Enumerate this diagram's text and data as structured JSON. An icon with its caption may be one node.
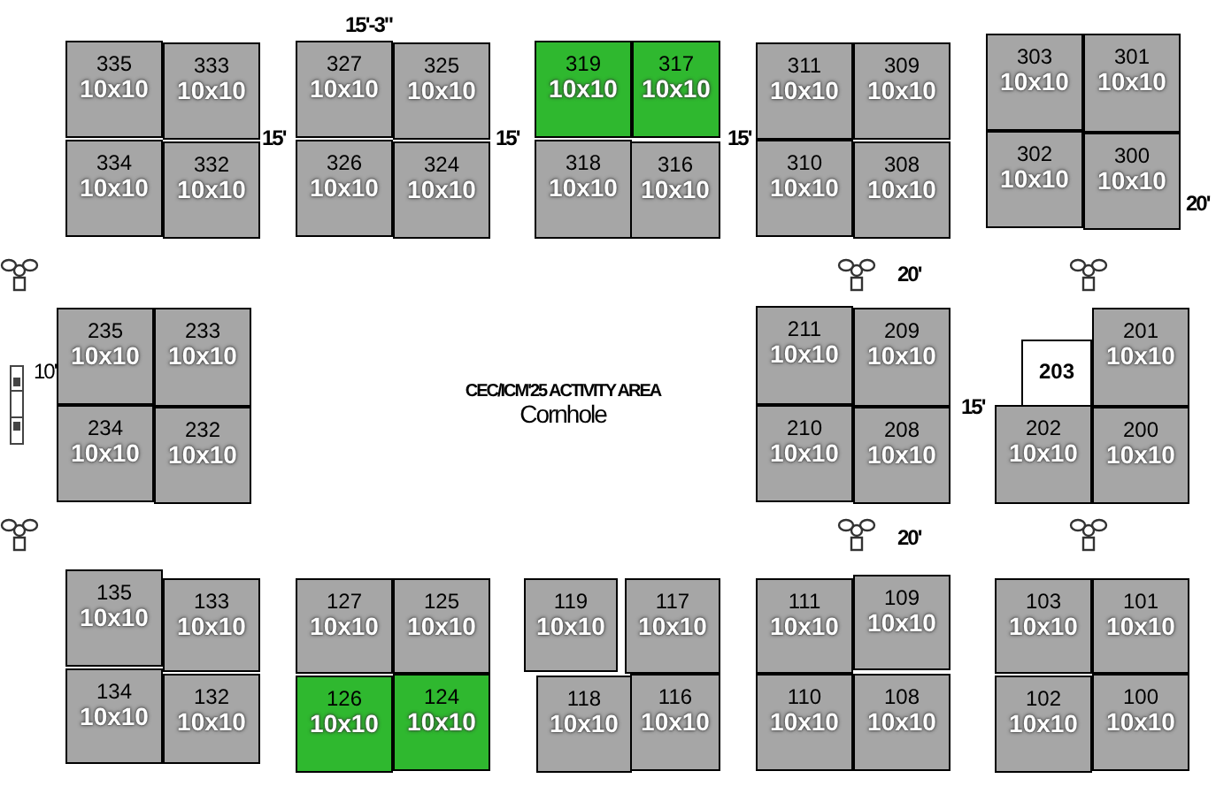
{
  "diagram": {
    "nodes": [
      {
        "text": [
          "335",
          "10x10"
        ]
      },
      {
        "text": [
          "333",
          "10x10"
        ]
      },
      {
        "text": [
          "327",
          "10x10"
        ]
      },
      {
        "text": [
          "325",
          "10x10"
        ]
      },
      {
        "text": [
          "319",
          "10x10"
        ]
      },
      {
        "text": [
          "317",
          "10x10"
        ]
      },
      {
        "text": [
          "311",
          "10x10"
        ]
      },
      {
        "text": [
          "309",
          "10x10"
        ]
      },
      {
        "text": [
          "303",
          "10x10"
        ]
      },
      {
        "text": [
          "301",
          "10x10"
        ]
      },
      {
        "text": [
          "334",
          "10x10"
        ]
      },
      {
        "text": [
          "332",
          "10x10"
        ]
      },
      {
        "text": [
          "326",
          "10x10"
        ]
      },
      {
        "text": [
          "324",
          "10x10"
        ]
      },
      {
        "text": [
          "318",
          "10x10"
        ]
      },
      {
        "text": [
          "316",
          "10x10"
        ]
      },
      {
        "text": [
          "310",
          "10x10"
        ]
      },
      {
        "text": [
          "308",
          "10x10"
        ]
      },
      {
        "text": [
          "302",
          "10x10"
        ]
      },
      {
        "text": [
          "300",
          "10x10"
        ]
      },
      {
        "text": [
          "235",
          "10x10"
        ]
      },
      {
        "text": [
          "233",
          "10x10"
        ]
      },
      {
        "text": [
          "211",
          "10x10"
        ]
      },
      {
        "text": [
          "209",
          "10x10"
        ]
      },
      {
        "text": [
          "203"
        ]
      },
      {
        "text": [
          "201",
          "10x10"
        ]
      },
      {
        "text": [
          "234",
          "10x10"
        ]
      },
      {
        "text": [
          "232",
          "10x10"
        ]
      },
      {
        "text": [
          "210",
          "10x10"
        ]
      },
      {
        "text": [
          "208",
          "10x10"
        ]
      },
      {
        "text": [
          "202",
          "10x10"
        ]
      },
      {
        "text": [
          "200",
          "10x10"
        ]
      },
      {
        "text": [
          "135",
          "10x10"
        ]
      },
      {
        "text": [
          "133",
          "10x10"
        ]
      },
      {
        "text": [
          "127",
          "10x10"
        ]
      },
      {
        "text": [
          "125",
          "10x10"
        ]
      },
      {
        "text": [
          "119",
          "10x10"
        ]
      },
      {
        "text": [
          "117",
          "10x10"
        ]
      },
      {
        "text": [
          "111",
          "10x10"
        ]
      },
      {
        "text": [
          "109",
          "10x10"
        ]
      },
      {
        "text": [
          "103",
          "10x10"
        ]
      },
      {
        "text": [
          "101",
          "10x10"
        ]
      },
      {
        "text": [
          "134",
          "10x10"
        ]
      },
      {
        "text": [
          "132",
          "10x10"
        ]
      },
      {
        "text": [
          "126",
          "10x10"
        ]
      },
      {
        "text": [
          "124",
          "10x10"
        ]
      },
      {
        "text": [
          "118",
          "10x10"
        ]
      },
      {
        "text": [
          "116",
          "10x10"
        ]
      },
      {
        "text": [
          "110",
          "10x10"
        ]
      },
      {
        "text": [
          "108",
          "10x10"
        ]
      },
      {
        "text": [
          "102",
          "10x10"
        ]
      },
      {
        "text": [
          "100",
          "10x10"
        ]
      }
    ],
    "labels": [
      "15'-3\"",
      "15'",
      "15'",
      "15'",
      "20'",
      "20'",
      "10'",
      "CEC/ICM'25 ACTIVITY AREA",
      "Cornhole",
      "15'",
      "20'"
    ]
  }
}
